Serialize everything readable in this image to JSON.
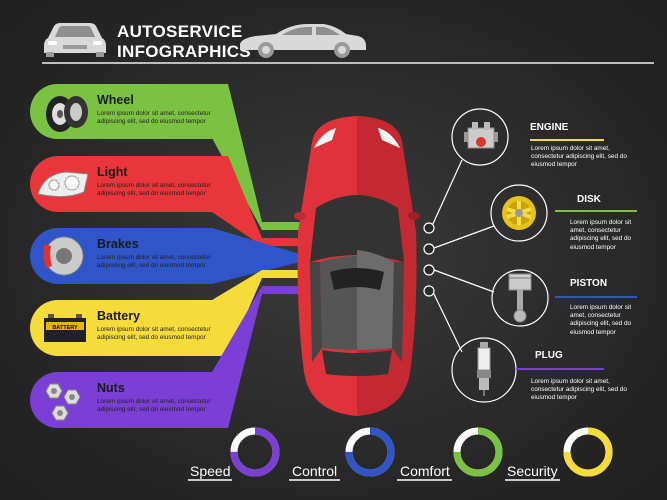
{
  "header": {
    "title_line1": "AUTOSERVICE",
    "title_line2": "INFOGRAPHICS"
  },
  "left_items": [
    {
      "title": "Wheel",
      "icon": "wheel-icon",
      "color": "#7cc242",
      "text": "Lorem ipsum dolor sit amet, consectetur adipiscing elit, sed do eiusmod tempor"
    },
    {
      "title": "Light",
      "icon": "headlight-icon",
      "color": "#e8363a",
      "text": "Lorem ipsum dolor sit amet, consectetur adipiscing elit, sed do eiusmod tempor"
    },
    {
      "title": "Brakes",
      "icon": "brake-disc-icon",
      "color": "#2f55c9",
      "text": "Lorem ipsum dolor sit amet, consectetur adipiscing elit, sed do eiusmod tempor"
    },
    {
      "title": "Battery",
      "icon": "battery-icon",
      "color": "#f6dc3a",
      "text": "Lorem ipsum dolor sit amet, consectetur adipiscing elit, sed do eiusmod tempor"
    },
    {
      "title": "Nuts",
      "icon": "nuts-icon",
      "color": "#7b3fd6",
      "text": "Lorem ipsum dolor sit amet, consectetur adipiscing elit, sed do eiusmod tempor"
    }
  ],
  "battery_label": "BATTERY",
  "right_items": [
    {
      "title": "ENGINE",
      "icon": "engine-icon",
      "line_color": "#f6dc3a",
      "text": "Lorem ipsum dolor sit amet, consectetur adipiscing elit, sed do eiusmod tempor"
    },
    {
      "title": "DISK",
      "icon": "rim-icon",
      "line_color": "#7cc242",
      "text": "Lorem ipsum dolor sit amet, consectetur adipiscing elit, sed do eiusmod tempor"
    },
    {
      "title": "PISTON",
      "icon": "piston-icon",
      "line_color": "#2f55c9",
      "text": "Lorem ipsum dolor sit amet, consectetur adipiscing elit, sed do eiusmod tempor"
    },
    {
      "title": "PLUG",
      "icon": "spark-plug-icon",
      "line_color": "#7b3fd6",
      "text": "Lorem ipsum dolor sit amet, consectetur adipiscing elit, sed do eiusmod tempor"
    }
  ],
  "gauges": [
    {
      "label": "Speed",
      "color": "#7b3fd6",
      "fill": 0.75
    },
    {
      "label": "Control",
      "color": "#2f55c9",
      "fill": 0.75
    },
    {
      "label": "Comfort",
      "color": "#7cc242",
      "fill": 0.75
    },
    {
      "label": "Security",
      "color": "#f6dc3a",
      "fill": 0.75
    }
  ]
}
